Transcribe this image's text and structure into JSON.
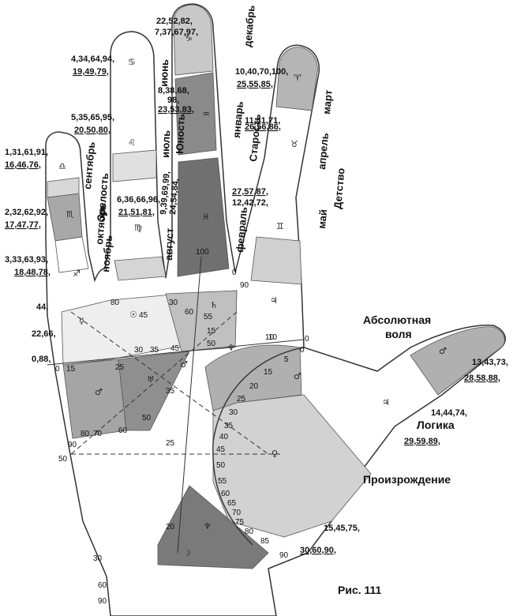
{
  "figure": {
    "caption": "Рис. 111"
  },
  "regions": {
    "absolute_will": [
      "Абсолютная",
      "воля"
    ],
    "logic": "Логика",
    "birth": "Произрождение"
  },
  "finger_labels": {
    "libra_finger": [
      "сентябрь",
      "октябрь",
      "ноябрь",
      "Зрелость"
    ],
    "ring_finger": [
      "июнь",
      "июль",
      "август"
    ],
    "youth": "Юность",
    "middle_finger": [
      "декабрь",
      "январь",
      "февраль",
      "Старость"
    ],
    "index_finger": [
      "март",
      "апрель",
      "май",
      "Детство"
    ]
  },
  "number_groups": {
    "g1": [
      "1,31,61,91,",
      "16,46,76,"
    ],
    "g2": [
      "2,32,62,92,",
      "17,47,77,"
    ],
    "g3": [
      "3,33,63,93,",
      "18,48,78,"
    ],
    "g4": [
      "4,34,64,94,",
      "19,49,79,"
    ],
    "g5": [
      "5,35,65,95,",
      "20,50,80,"
    ],
    "g6": [
      "6,36,66,96,",
      "21,51,81,"
    ],
    "g7": [
      "7,37,67,97,",
      "22,52,82,"
    ],
    "g8": [
      "8,38,68,",
      "98,",
      "23,53,83,"
    ],
    "g9": [
      "9,39,69,99,",
      "24,54,84,"
    ],
    "g10": [
      "10,40,70,100,",
      "25,55,85,"
    ],
    "g11": [
      "11,41,71,",
      "26,56,86,"
    ],
    "g12": [
      "27,57,87,",
      "12,42,72,"
    ],
    "g13": [
      "13,43,73,",
      "28,58,88,"
    ],
    "g14": [
      "14,44,74,",
      "29,59,89,"
    ],
    "g15": [
      "15,45,75,",
      "30,60,90,"
    ],
    "g44": "44,",
    "g22": "22,66,",
    "g088": "0,88,"
  },
  "scale_ticks": {
    "arc": [
      "0",
      "5",
      "10",
      "15",
      "20",
      "25",
      "30",
      "35",
      "40",
      "45",
      "50",
      "55",
      "60",
      "65",
      "70",
      "75",
      "80",
      "85",
      "90"
    ],
    "palm_left": [
      "15",
      "25",
      "30",
      "35",
      "45",
      "50",
      "60",
      "70",
      "80",
      "90",
      "0"
    ],
    "misc": [
      "100",
      "0",
      "90",
      "80",
      "30",
      "45",
      "60",
      "55",
      "15",
      "50",
      "25",
      "20",
      "10",
      "0",
      "35",
      "50",
      "90",
      "30",
      "60",
      "90"
    ]
  },
  "icons": [
    "libra-icon",
    "scorpio-icon",
    "sagittarius-icon",
    "cancer-icon",
    "leo-icon",
    "virgo-icon",
    "capricorn-icon",
    "aquarius-icon",
    "pisces-icon",
    "aries-icon",
    "taurus-icon",
    "gemini-icon",
    "mars-icon",
    "jupiter-icon",
    "saturn-icon",
    "sun-icon",
    "venus-icon",
    "neptune-icon",
    "uranus-icon",
    "moon-icon",
    "mercury-icon"
  ]
}
